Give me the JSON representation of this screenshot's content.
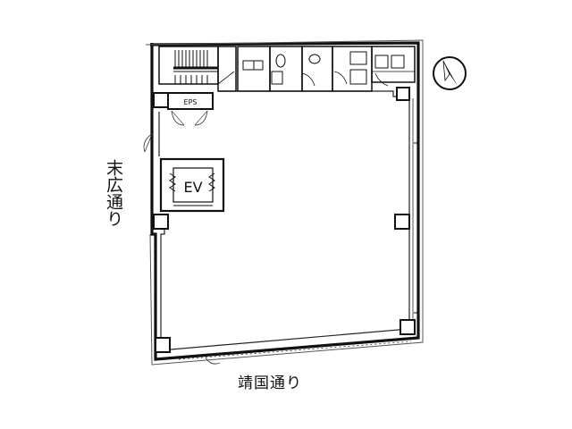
{
  "floor_plan": {
    "elevator_label": "EV",
    "eps_label": "EPS",
    "street_left": "末広通り",
    "street_bottom": "靖国通り"
  }
}
